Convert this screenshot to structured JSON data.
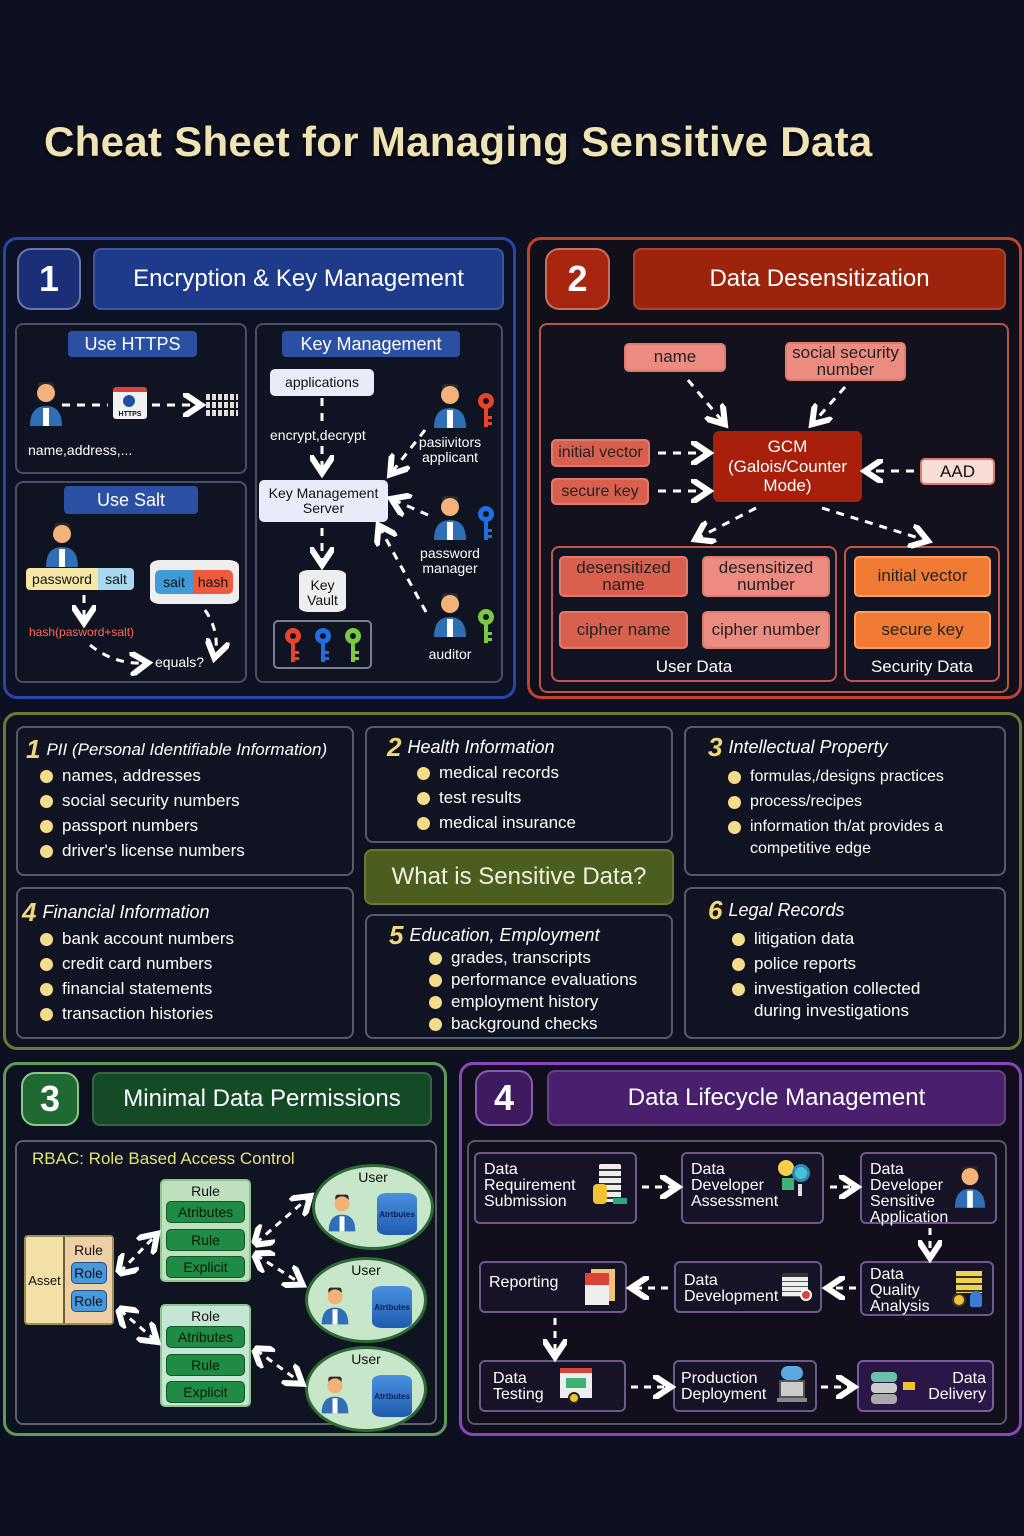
{
  "title": "Cheat Sheet for Managing Sensitive Data",
  "colors": {
    "background": "#0d1020",
    "title": "#efe3b4",
    "section1": "#1e3a8a",
    "section2": "#a8250f",
    "section3": "#1f5a30",
    "section4": "#4a1f6e",
    "middle": "#4b5e20",
    "bullet": "#f3dc8a"
  },
  "section1": {
    "number": "1",
    "title": "Encryption & Key Management",
    "https": {
      "label": "Use HTTPS",
      "badge": "HTTPS",
      "caption": "name,address,..."
    },
    "salt": {
      "label": "Use Salt",
      "password": "password",
      "salt": "salt",
      "stored_salt": "sait",
      "stored_hash": "hash",
      "formula": "hash(pasword+salt)",
      "compare": "equals?"
    },
    "key_mgmt": {
      "label": "Key Management",
      "applications": "applications",
      "operation": "encrypt,decrypt",
      "server": "Key Management Server",
      "vault": "Key Vault",
      "roles": [
        {
          "name": "pasiivitors applicant",
          "key_color": "#e8432b"
        },
        {
          "name": "password manager",
          "key_color": "#1f6fe0"
        },
        {
          "name": "auditor",
          "key_color": "#7ac943"
        }
      ],
      "vault_keys": [
        "#e8432b",
        "#1f6fe0",
        "#7ac943"
      ]
    }
  },
  "section2": {
    "number": "2",
    "title": "Data Desensitization",
    "inputs": [
      "name",
      "social security number"
    ],
    "params": [
      "initial vector",
      "secure key"
    ],
    "gcm": "GCM (Galois/Counter Mode)",
    "aad": "AAD",
    "user_data": {
      "label": "User Data",
      "items": [
        "desensitized name",
        "desensitized number",
        "cipher name",
        "cipher number"
      ]
    },
    "security_data": {
      "label": "Security Data",
      "items": [
        "initial vector",
        "secure key"
      ]
    }
  },
  "middle": {
    "center": "What is Sensitive Data?",
    "categories": [
      {
        "num": "1",
        "title": "PII (Personal Identifiable Information)",
        "items": [
          "names, addresses",
          "social security numbers",
          "passport numbers",
          "driver's license numbers"
        ]
      },
      {
        "num": "2",
        "title": "Health Information",
        "items": [
          "medical records",
          "test results",
          "medical insurance"
        ]
      },
      {
        "num": "3",
        "title": "Intellectual Property",
        "items": [
          "formulas,/designs practices",
          "process/recipes",
          "information th/at provides a",
          "competitive edge"
        ]
      },
      {
        "num": "4",
        "title": "Financial Information",
        "items": [
          "bank account numbers",
          "credit card numbers",
          "financial statements",
          "transaction histories"
        ]
      },
      {
        "num": "5",
        "title": "Education, Employment",
        "items": [
          "grades, transcripts",
          "performance evaluations",
          "employment history",
          "background checks"
        ]
      },
      {
        "num": "6",
        "title": "Legal Records",
        "items": [
          "litigation data",
          "police reports",
          "investigation collected",
          "during investigations"
        ]
      }
    ]
  },
  "section3": {
    "number": "3",
    "title": "Minimal Data Permissions",
    "subtitle": "RBAC: Role Based Access Control",
    "asset": {
      "label": "Asset",
      "head": "Rule",
      "roles": [
        "Role",
        "Role"
      ]
    },
    "groups": [
      {
        "head": "Rule",
        "items": [
          "Atributes",
          "Rule",
          "Explicit"
        ]
      },
      {
        "head": "Role",
        "items": [
          "Atributes",
          "Rule",
          "Explicit"
        ]
      }
    ],
    "users": [
      {
        "label": "User",
        "db": "Atrtbutes"
      },
      {
        "label": "User",
        "db": "Atrtbutes"
      },
      {
        "label": "User",
        "db": "Atrtbutes"
      }
    ]
  },
  "section4": {
    "number": "4",
    "title": "Data Lifecycle Management",
    "steps": [
      {
        "label": "Data Requirement Submission",
        "icon": "document-icon"
      },
      {
        "label": "Data Developer Assessment",
        "icon": "magnifier-icon"
      },
      {
        "label": "Data Developer Sensitive Application",
        "icon": "person-icon"
      },
      {
        "label": "Data Quality Analysis",
        "icon": "database-stack-icon"
      },
      {
        "label": "Data Development",
        "icon": "code-window-icon"
      },
      {
        "label": "Reporting",
        "icon": "report-icon"
      },
      {
        "label": "Data Testing",
        "icon": "testing-board-icon"
      },
      {
        "label": "Production Deployment",
        "icon": "cloud-laptop-icon"
      },
      {
        "label": "Data Delivery",
        "icon": "database-icon"
      }
    ]
  }
}
